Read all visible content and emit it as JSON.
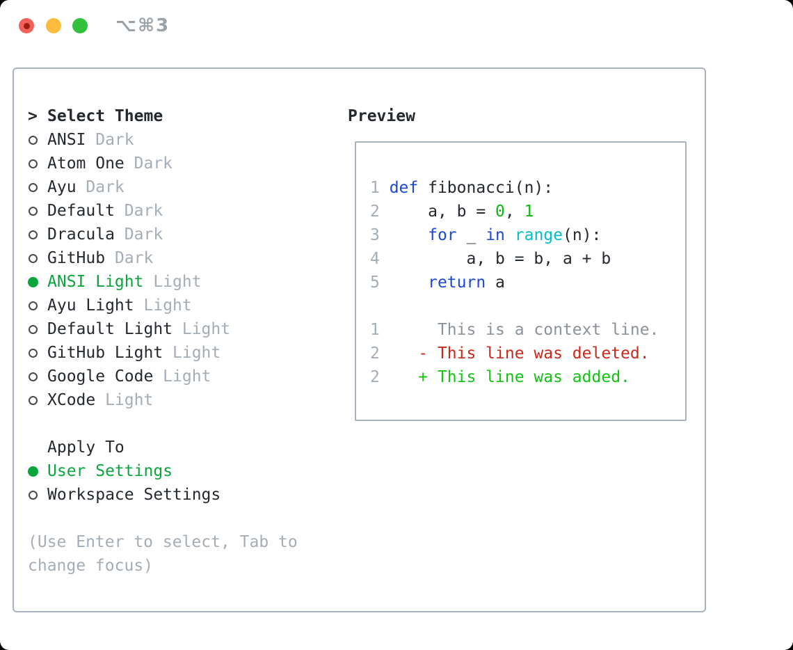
{
  "window": {
    "shortcut": "⌥⌘3",
    "traffic_lights": [
      "close",
      "minimize",
      "zoom"
    ]
  },
  "theme_panel": {
    "header_marker": ">",
    "header": "Select Theme",
    "themes": [
      {
        "name": "ANSI",
        "variant": "Dark",
        "selected": false
      },
      {
        "name": "Atom One",
        "variant": "Dark",
        "selected": false
      },
      {
        "name": "Ayu",
        "variant": "Dark",
        "selected": false
      },
      {
        "name": "Default",
        "variant": "Dark",
        "selected": false
      },
      {
        "name": "Dracula",
        "variant": "Dark",
        "selected": false
      },
      {
        "name": "GitHub",
        "variant": "Dark",
        "selected": false
      },
      {
        "name": "ANSI Light",
        "variant": "Light",
        "selected": true
      },
      {
        "name": "Ayu Light",
        "variant": "Light",
        "selected": false
      },
      {
        "name": "Default Light",
        "variant": "Light",
        "selected": false
      },
      {
        "name": "GitHub Light",
        "variant": "Light",
        "selected": false
      },
      {
        "name": "Google Code",
        "variant": "Light",
        "selected": false
      },
      {
        "name": "XCode",
        "variant": "Light",
        "selected": false
      }
    ],
    "apply_to": {
      "header": "Apply To",
      "options": [
        {
          "name": "User Settings",
          "selected": true
        },
        {
          "name": "Workspace Settings",
          "selected": false
        }
      ]
    },
    "help_lines": [
      "(Use Enter to select, Tab to",
      "change focus)"
    ]
  },
  "preview": {
    "title": "Preview",
    "code_lines": [
      {
        "num": "1",
        "tokens": [
          {
            "t": "def",
            "c": "kw"
          },
          {
            "t": " fibonacci(n):",
            "c": "plain"
          }
        ]
      },
      {
        "num": "2",
        "tokens": [
          {
            "t": "    a, b = ",
            "c": "plain"
          },
          {
            "t": "0",
            "c": "num"
          },
          {
            "t": ", ",
            "c": "plain"
          },
          {
            "t": "1",
            "c": "num"
          }
        ]
      },
      {
        "num": "3",
        "tokens": [
          {
            "t": "    ",
            "c": "plain"
          },
          {
            "t": "for",
            "c": "kw"
          },
          {
            "t": " _ ",
            "c": "plain"
          },
          {
            "t": "in",
            "c": "kw"
          },
          {
            "t": " ",
            "c": "plain"
          },
          {
            "t": "range",
            "c": "builtin"
          },
          {
            "t": "(n):",
            "c": "plain"
          }
        ]
      },
      {
        "num": "4",
        "tokens": [
          {
            "t": "        a, b = b, a + b",
            "c": "plain"
          }
        ]
      },
      {
        "num": "5",
        "tokens": [
          {
            "t": "    ",
            "c": "plain"
          },
          {
            "t": "return",
            "c": "kw"
          },
          {
            "t": " a",
            "c": "plain"
          }
        ]
      },
      {
        "num": " ",
        "tokens": []
      },
      {
        "num": "1",
        "tokens": [
          {
            "t": "     This is a context line.",
            "c": "ctx"
          }
        ]
      },
      {
        "num": "2",
        "tokens": [
          {
            "t": "   ",
            "c": "plain"
          },
          {
            "t": "- This line was deleted.",
            "c": "del"
          }
        ]
      },
      {
        "num": "2",
        "tokens": [
          {
            "t": "   ",
            "c": "plain"
          },
          {
            "t": "+ This line was added.",
            "c": "add"
          }
        ]
      }
    ]
  },
  "colors": {
    "ink": "#24292f",
    "muted": "#a4adb6",
    "green_sel": "#0aa53c",
    "blue": "#1c48d8",
    "cyan": "#00bfca",
    "num_green": "#0db50f",
    "add_green": "#13c313",
    "del_red": "#c9291b",
    "ctx_gray": "#8b929a",
    "border_gray": "#a9b2bc",
    "titlebar_gray": "#9aa1a9",
    "tl_red": "#f2605a",
    "tl_red_dot": "#9e1d12",
    "tl_yellow": "#fcbd3e",
    "tl_green": "#32c13c"
  }
}
